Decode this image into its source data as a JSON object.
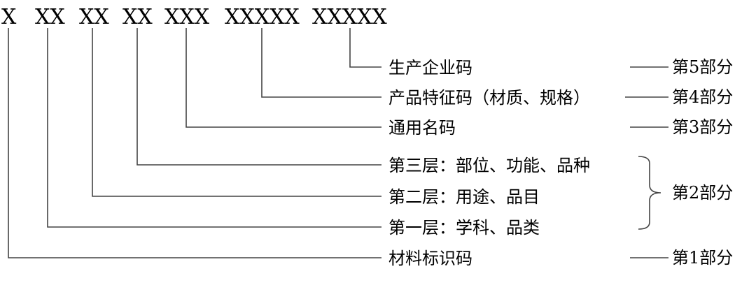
{
  "code_segments": [
    "X",
    "XX",
    "XX",
    "XX",
    "XXX",
    "XXXXX",
    "XXXXX"
  ],
  "labels": {
    "enterprise": "生产企业码",
    "feature": "产品特征码（材质、规格）",
    "generic": "通用名码",
    "layer3": "第三层：部位、功能、品种",
    "layer2": "第二层：用途、品目",
    "layer1": "第一层：学科、品类",
    "identifier": "材料标识码"
  },
  "parts": {
    "part5": "第5部分",
    "part4": "第4部分",
    "part3": "第3部分",
    "part2": "第2部分",
    "part1": "第1部分"
  }
}
